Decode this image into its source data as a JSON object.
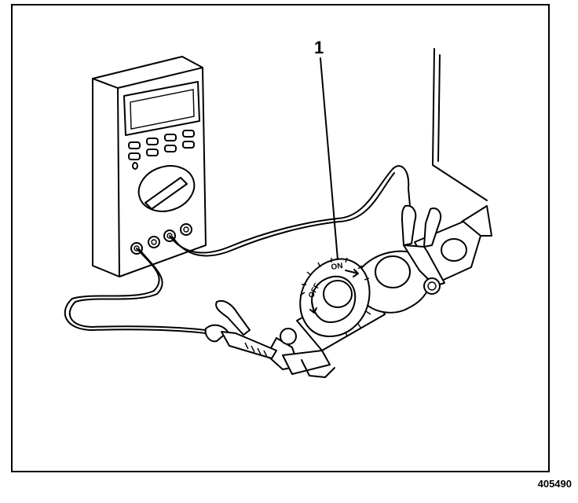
{
  "figure_id": "405490",
  "callouts": [
    {
      "label": "1"
    }
  ],
  "knob_labels": {
    "off": "OFF",
    "on": "ON"
  }
}
